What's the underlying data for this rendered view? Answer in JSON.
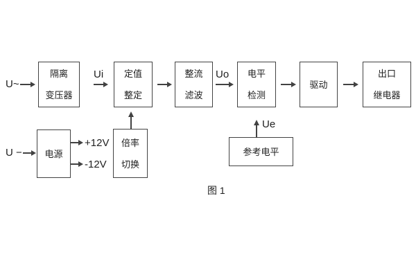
{
  "colors": {
    "line": "#424242",
    "text": "#212121",
    "background": "#ffffff"
  },
  "inputs": {
    "ac_label": "U~",
    "dc_label": "U −"
  },
  "signals": {
    "ui": "Ui",
    "uo": "Uo",
    "ue": "Ue",
    "plus_12v": "+12V",
    "minus_12v": "-12V"
  },
  "blocks": {
    "isolation_transformer": {
      "line1": "隔离",
      "line2": "变压器"
    },
    "value_setting": {
      "line1": "定值",
      "line2": "整定"
    },
    "rectifier_filter": {
      "line1": "整流",
      "line2": "滤波"
    },
    "level_detection": {
      "line1": "电平",
      "line2": "检测"
    },
    "driver": {
      "label": "驱动"
    },
    "output_relay": {
      "line1": "出口",
      "line2": "继电器"
    },
    "power_supply": {
      "label": "电源"
    },
    "ratio_switching": {
      "line1": "倍率",
      "line2": "切换"
    },
    "reference_level": {
      "label": "参考电平"
    }
  },
  "figure": {
    "caption": "图 1"
  }
}
